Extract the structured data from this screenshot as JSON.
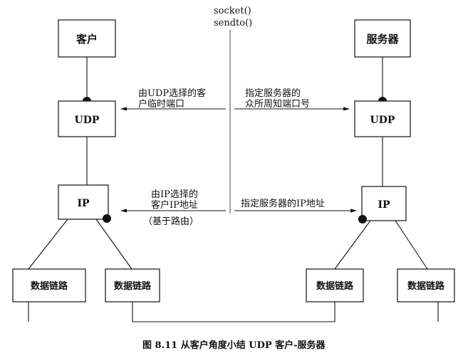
{
  "api_calls": [
    "socket()",
    "sendto()"
  ],
  "nodes": {
    "client": "客户",
    "server": "服务器",
    "udp": "UDP",
    "ip": "IP",
    "datalink": "数据链路"
  },
  "annotations": {
    "client_port": [
      "由UDP选择的客",
      "户临时端口"
    ],
    "server_port": [
      "指定服务器的",
      "众所周知端口号"
    ],
    "client_ip": [
      "由IP选择的",
      "客户IP地址"
    ],
    "client_ip_note": "（基于路由）",
    "server_ip": "指定服务器的IP地址"
  },
  "caption": "图 8.11   从客户角度小结 UDP 客户-服务器"
}
